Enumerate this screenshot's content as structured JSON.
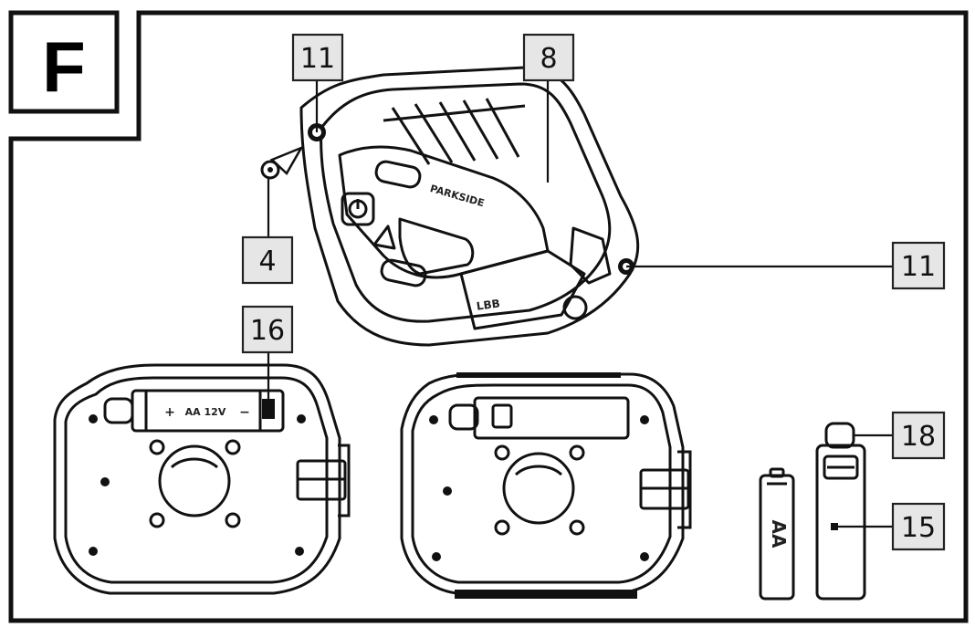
{
  "panel": {
    "letter": "F"
  },
  "callouts": {
    "c11_top": "11",
    "c8": "8",
    "c11_right": "11",
    "c4": "4",
    "c16": "16",
    "c18": "18",
    "c15": "15"
  },
  "printed": {
    "battery_label": "AA",
    "holder_label": "AA 12V",
    "brand": "PARKSIDE",
    "model": "LBB"
  },
  "colors": {
    "line": "#111111",
    "callout_fill": "#e6e6e6",
    "background": "#ffffff"
  },
  "icons": [
    "power-icon",
    "triangle-arrow-icon"
  ]
}
